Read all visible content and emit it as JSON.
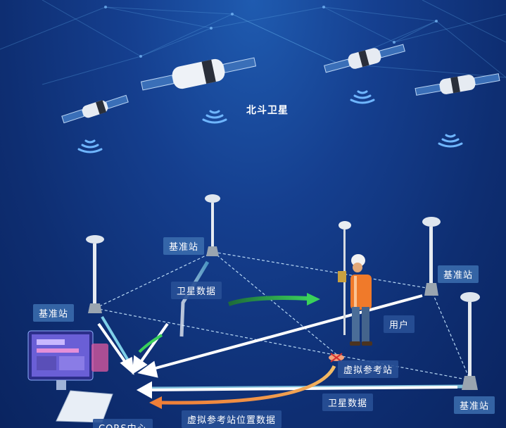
{
  "labels": {
    "beidou": "北斗卫星",
    "station_top": "基准站",
    "station_left": "基准站",
    "station_right": "基准站",
    "station_bottom_right": "基准站",
    "sat_data_top": "卫星数据",
    "sat_data_bottom": "卫星数据",
    "user": "用户",
    "virtual_station": "虚拟参考站",
    "virtual_station_position_data": "虚拟参考站位置数据",
    "cors_center": "CORS中心"
  },
  "colors": {
    "arrow_white": "#ffffff",
    "arrow_green": "#3ad15a",
    "arrow_orange": "#f08a3c",
    "link_cyan": "#6cc4e0"
  }
}
